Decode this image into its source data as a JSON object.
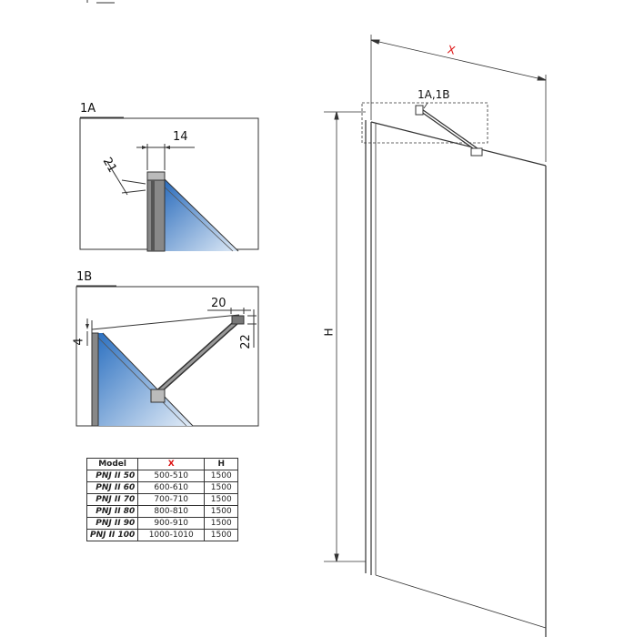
{
  "labels": {
    "detail_a": "1A",
    "detail_b": "1B",
    "detail_ref": "1A,1B",
    "width": "X",
    "height": "H"
  },
  "dimensions": {
    "a_width": "14",
    "a_offset": "21",
    "b_width": "20",
    "b_height": "22",
    "b_side": "4"
  },
  "table": {
    "headers": {
      "model": "Model",
      "x": "X",
      "h": "H"
    },
    "rows": [
      {
        "model": "PNJ II 50",
        "x": "500-510",
        "h": "1500"
      },
      {
        "model": "PNJ II 60",
        "x": "600-610",
        "h": "1500"
      },
      {
        "model": "PNJ II 70",
        "x": "700-710",
        "h": "1500"
      },
      {
        "model": "PNJ II 80",
        "x": "800-810",
        "h": "1500"
      },
      {
        "model": "PNJ II 90",
        "x": "900-910",
        "h": "1500"
      },
      {
        "model": "PNJ II 100",
        "x": "1000-1010",
        "h": "1500"
      }
    ]
  },
  "colors": {
    "line": "#333333",
    "glass_top": "#1e63b8",
    "glass_bottom": "#dde9f6",
    "accent": "#dd1111"
  }
}
